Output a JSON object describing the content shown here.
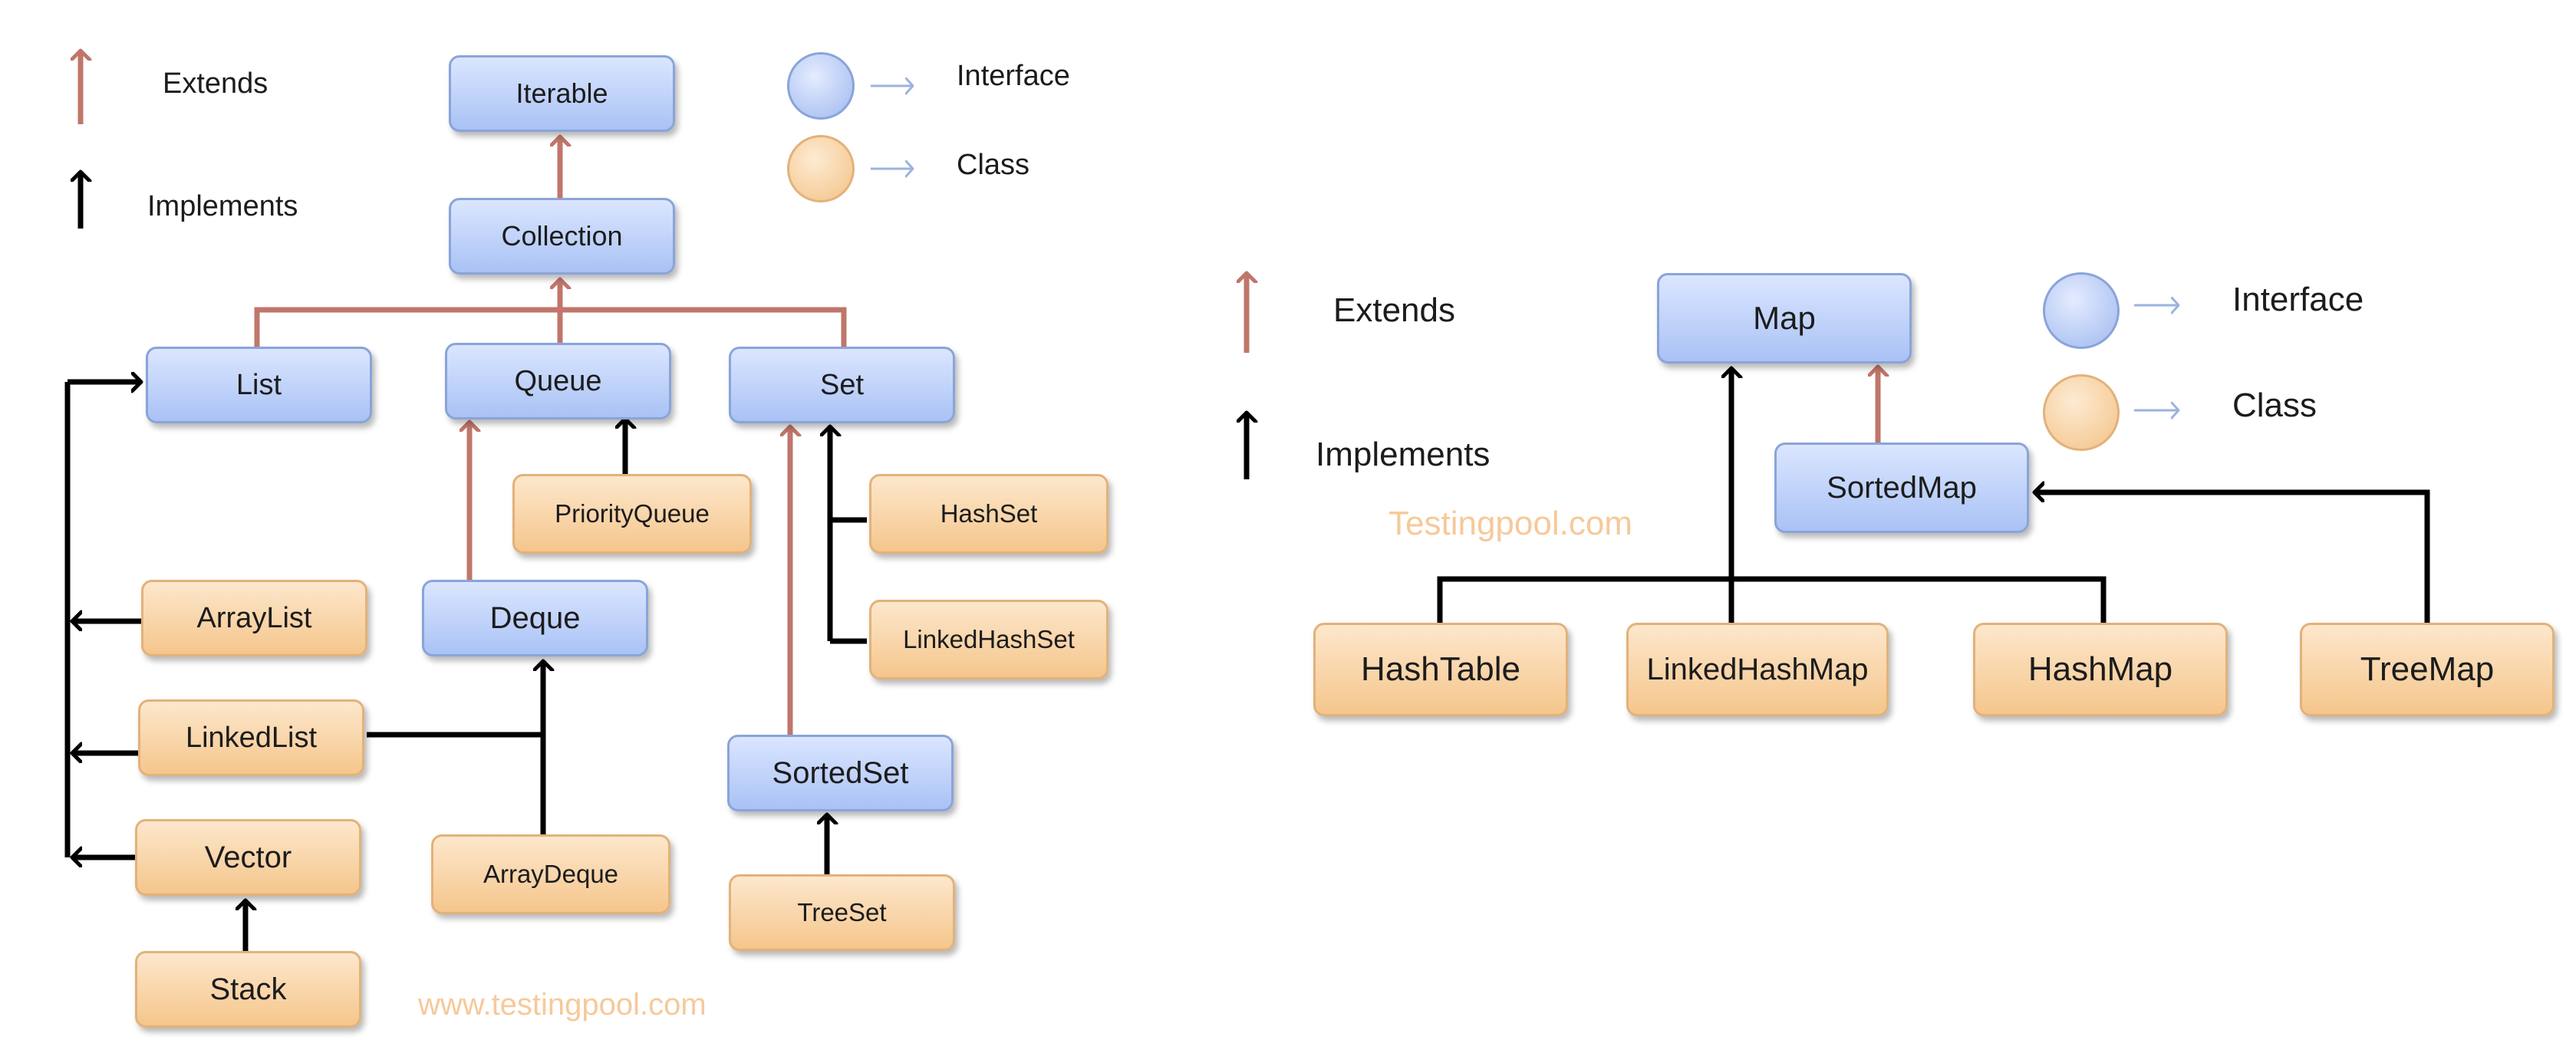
{
  "colors": {
    "extends": "#c0766a",
    "implements": "#000000",
    "interface": "#a9c2f5",
    "class": "#f5c68c",
    "watermark": "#f6c99a"
  },
  "collection_panel": {
    "legend": {
      "extends": "Extends",
      "implements": "Implements",
      "interface": "Interface",
      "class": "Class"
    },
    "nodes": {
      "iterable": "Iterable",
      "collection": "Collection",
      "list": "List",
      "queue": "Queue",
      "set": "Set",
      "priorityqueue": "PriorityQueue",
      "hashset": "HashSet",
      "arraylist": "ArrayList",
      "deque": "Deque",
      "linkedhashset": "LinkedHashSet",
      "linkedlist": "LinkedList",
      "sortedset": "SortedSet",
      "vector": "Vector",
      "arraydeque": "ArrayDeque",
      "treeset": "TreeSet",
      "stack": "Stack"
    },
    "watermark": "www.testingpool.com"
  },
  "map_panel": {
    "legend": {
      "extends": "Extends",
      "implements": "Implements",
      "interface": "Interface",
      "class": "Class"
    },
    "nodes": {
      "map": "Map",
      "sortedmap": "SortedMap",
      "hashtable": "HashTable",
      "linkedhashmap": "LinkedHashMap",
      "hashmap": "HashMap",
      "treemap": "TreeMap"
    },
    "watermark": "Testingpool.com"
  }
}
